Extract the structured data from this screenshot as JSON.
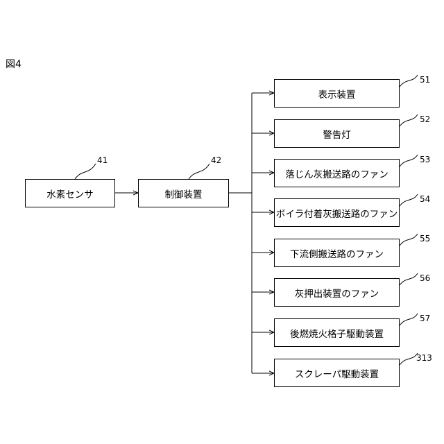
{
  "figure_label": "図4",
  "nodes": {
    "sensor": {
      "label": "水素センサ",
      "ref": "41"
    },
    "controller": {
      "label": "制御装置",
      "ref": "42"
    }
  },
  "outputs": [
    {
      "label": "表示装置",
      "ref": "51"
    },
    {
      "label": "警告灯",
      "ref": "52"
    },
    {
      "label": "落じん灰搬送路のファン",
      "ref": "53"
    },
    {
      "label": "ボイラ付着灰搬送路のファン",
      "ref": "54"
    },
    {
      "label": "下流側搬送路のファン",
      "ref": "55"
    },
    {
      "label": "灰押出装置のファン",
      "ref": "56"
    },
    {
      "label": "後燃焼火格子駆動装置",
      "ref": "57"
    },
    {
      "label": "スクレーパ駆動装置",
      "ref": "313"
    }
  ]
}
